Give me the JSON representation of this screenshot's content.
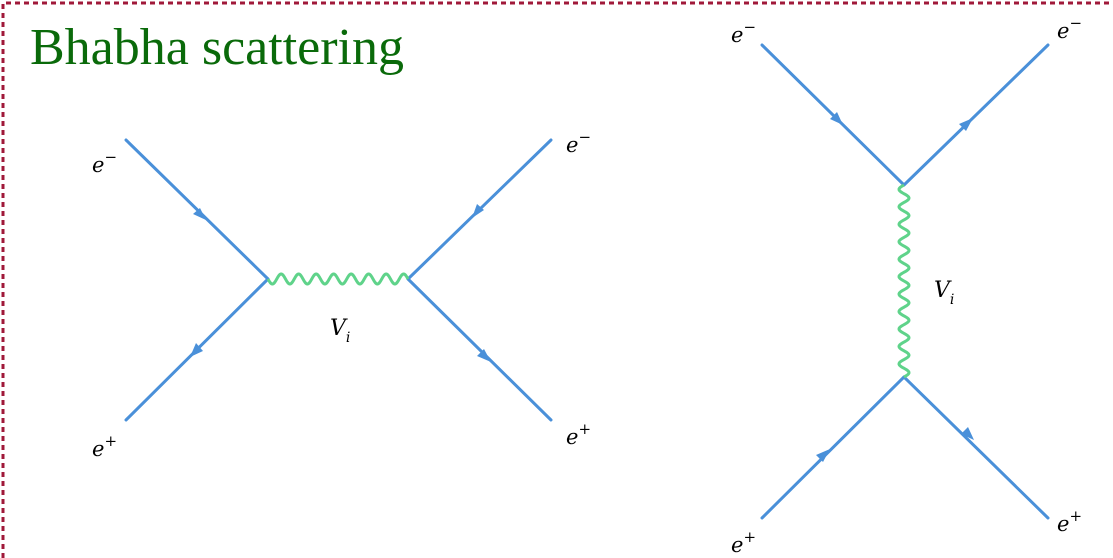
{
  "title": "Bhabha scattering",
  "colors": {
    "title": "#0a6a0a",
    "frame": "#a0193a",
    "fermion": "#4a90d9",
    "boson": "#5fd38a"
  },
  "diagrams": [
    {
      "id": "s-channel",
      "boson": {
        "symbol": "V",
        "subscript": "i"
      },
      "particles": [
        {
          "id": "in-top",
          "base": "e",
          "sup": "−"
        },
        {
          "id": "in-bottom",
          "base": "e",
          "sup": "+"
        },
        {
          "id": "out-top",
          "base": "e",
          "sup": "−"
        },
        {
          "id": "out-bottom",
          "base": "e",
          "sup": "+"
        }
      ]
    },
    {
      "id": "t-channel",
      "boson": {
        "symbol": "V",
        "subscript": "i"
      },
      "particles": [
        {
          "id": "in-top",
          "base": "e",
          "sup": "−"
        },
        {
          "id": "out-top",
          "base": "e",
          "sup": "−"
        },
        {
          "id": "in-bottom",
          "base": "e",
          "sup": "+"
        },
        {
          "id": "out-bottom",
          "base": "e",
          "sup": "+"
        }
      ]
    }
  ]
}
